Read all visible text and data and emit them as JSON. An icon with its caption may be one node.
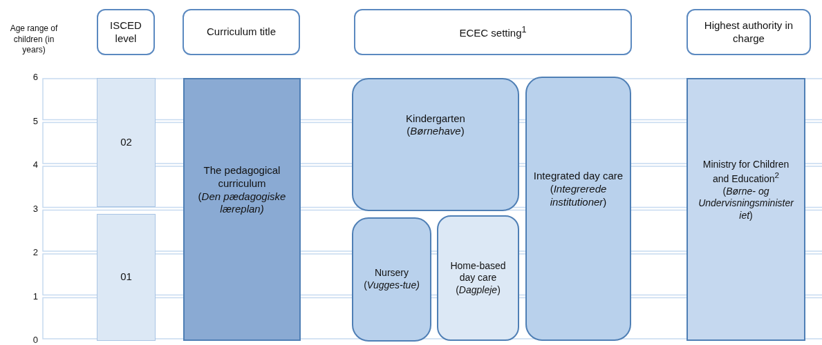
{
  "diagram": {
    "nodes": [
      {
        "text": [
          "ISCED level"
        ]
      },
      {
        "text": [
          "Curriculum title"
        ]
      },
      {
        "text": [
          "ECEC setting$^{1}$"
        ]
      },
      {
        "text": [
          "Highest authority in charge"
        ]
      },
      {
        "text": [
          "02"
        ]
      },
      {
        "text": [
          "01"
        ]
      },
      {
        "text": [
          "The pedagogical curriculum",
          "(*Den pædagogiske læreplan)*"
        ]
      },
      {
        "text": [
          "Kindergarten",
          "(*Børnehave*)"
        ]
      },
      {
        "text": [
          "Nursery",
          "(*Vugges-tue)*"
        ]
      },
      {
        "text": [
          "Home-based day care",
          "(*Dagpleje*)"
        ]
      },
      {
        "text": [
          "Integrated day care",
          "(*Integrerede institutioner*)"
        ]
      },
      {
        "text": [
          "Ministry for Children and Education$^{2}$",
          "(*Børne- og Undervisningsministeriet*)"
        ]
      }
    ],
    "labels": [
      "Age range of children (in years)",
      "6",
      "5",
      "4",
      "3",
      "2",
      "1",
      "0"
    ]
  }
}
